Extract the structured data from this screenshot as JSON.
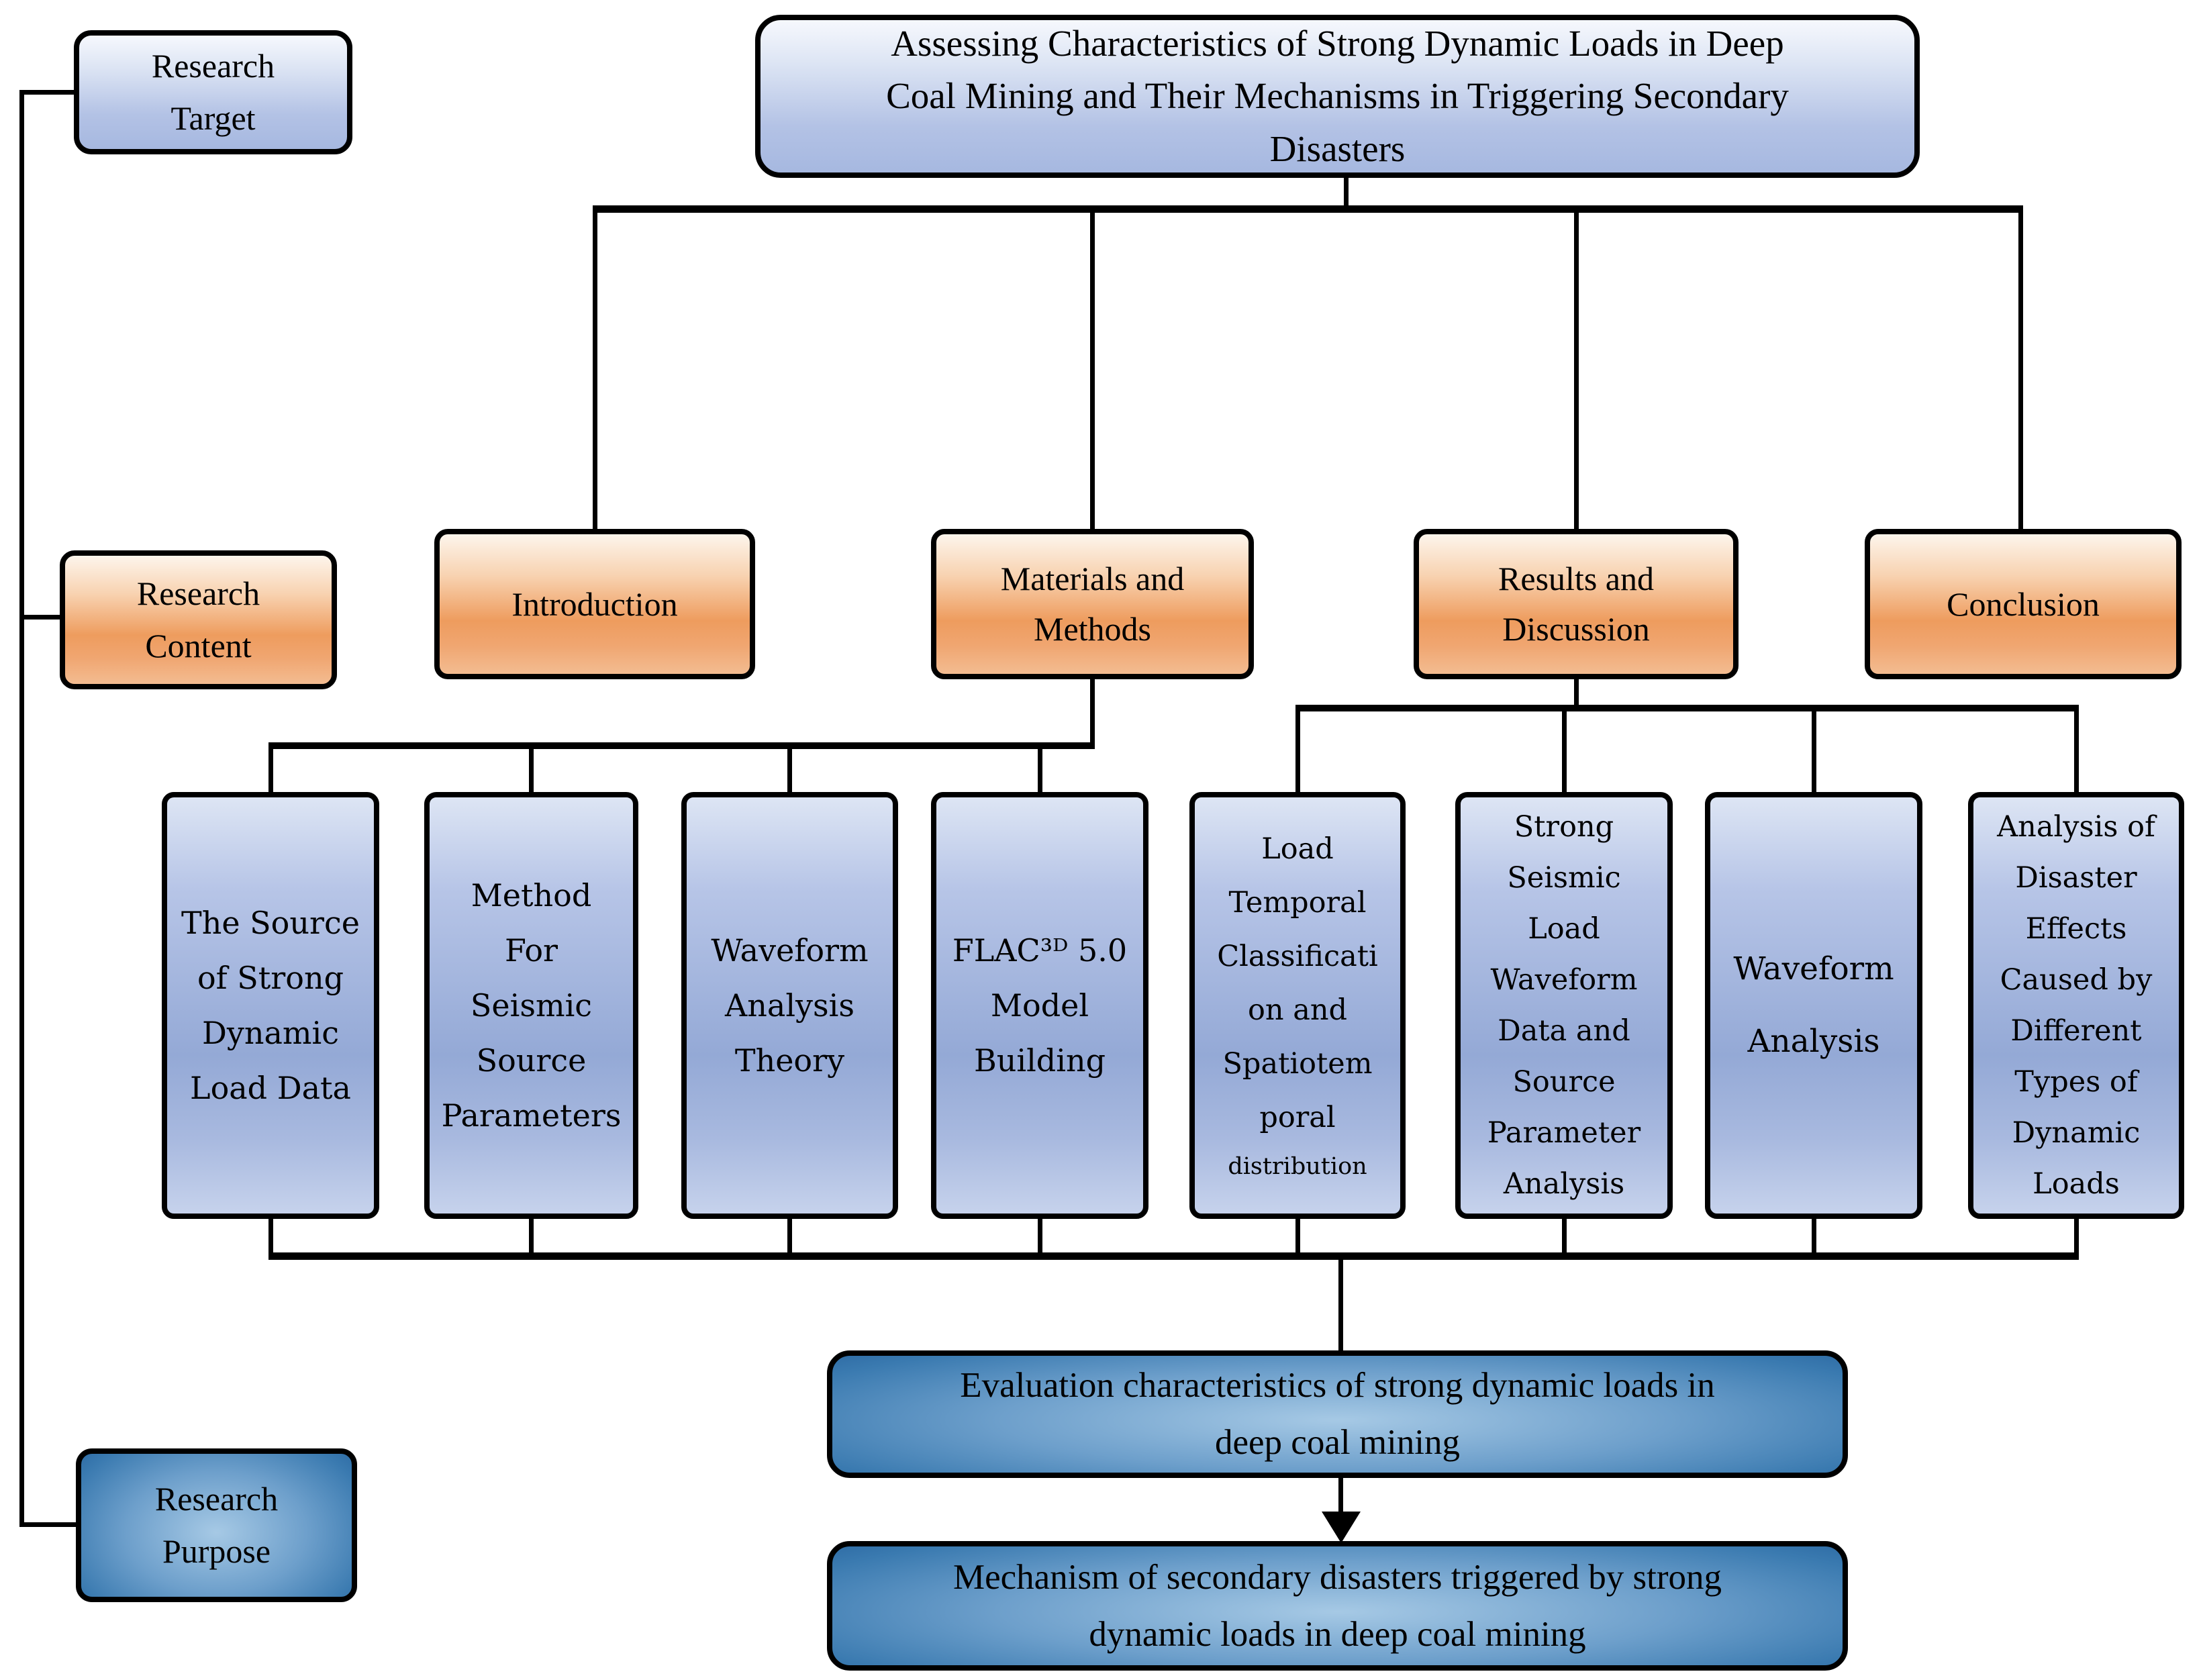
{
  "palette": {
    "light_blue_top": "#f6f8fd",
    "light_blue_mid": "#94a9d6",
    "orange_mid": "#ee9c5e",
    "dark_blue_edge": "#235f9b",
    "dark_blue_center": "#a6c9e5",
    "line_color": "#000000",
    "text_color": "#000000"
  },
  "nodes": {
    "title": "Assessing Characteristics of Strong Dynamic Loads in Deep\nCoal Mining and Their Mechanisms in Triggering Secondary\nDisasters",
    "research_target": "Research\nTarget",
    "research_content": "Research\nContent",
    "research_purpose": "Research\nPurpose",
    "introduction": "Introduction",
    "materials_methods": "Materials and\nMethods",
    "results_discussion": "Results and\nDiscussion",
    "conclusion": "Conclusion",
    "source_dynamic_load": "The Source\nof Strong\nDynamic\nLoad Data",
    "method_seismic": "Method\nFor\nSeismic\nSource\nParameters",
    "waveform_theory": "Waveform\nAnalysis\nTheory",
    "flac_model": "FLAC³ᴰ 5.0\nModel\nBuilding",
    "load_temporal_main": "Load\nTemporal\nClassificati\non and\nSpatiotem\nporal",
    "load_temporal_small": "distribution",
    "strong_seismic": "Strong\nSeismic\nLoad\nWaveform\nData and\nSource\nParameter\nAnalysis",
    "waveform_analysis": "Waveform\nAnalysis",
    "disaster_effects": "Analysis of\nDisaster\nEffects\nCaused by\nDifferent\nTypes of\nDynamic\nLoads",
    "evaluation": "Evaluation characteristics of strong dynamic loads in\ndeep coal mining",
    "mechanism": "Mechanism of secondary disasters triggered by strong\ndynamic loads in deep coal mining"
  }
}
